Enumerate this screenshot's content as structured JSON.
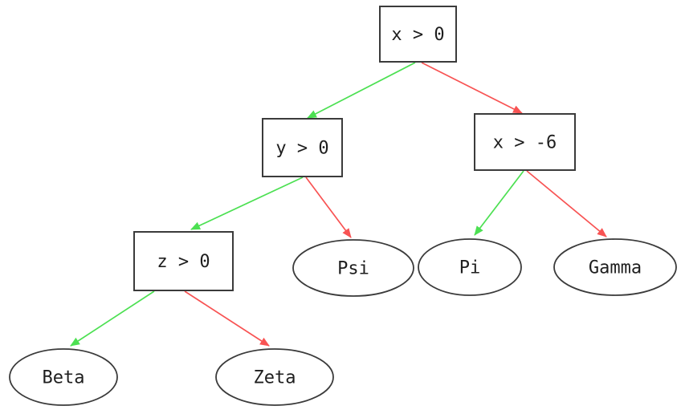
{
  "diagram": {
    "type": "decision-tree",
    "direction": "top-down",
    "colors": {
      "edge_true": "#4ce052",
      "edge_false": "#f85353",
      "node_border": "#3b3b3b",
      "node_fill": "#ffffff",
      "text": "#1e1e1e",
      "background": "#ffffff"
    },
    "nodes": {
      "root": {
        "label": "x > 0",
        "shape": "box"
      },
      "y_gt_0": {
        "label": "y > 0",
        "shape": "box"
      },
      "x_gt_neg6": {
        "label": "x > -6",
        "shape": "box"
      },
      "z_gt_0": {
        "label": "z > 0",
        "shape": "box"
      },
      "psi": {
        "label": "Psi",
        "shape": "ellipse"
      },
      "pi": {
        "label": "Pi",
        "shape": "ellipse"
      },
      "gamma": {
        "label": "Gamma",
        "shape": "ellipse"
      },
      "beta": {
        "label": "Beta",
        "shape": "ellipse"
      },
      "zeta": {
        "label": "Zeta",
        "shape": "ellipse"
      }
    },
    "edges": [
      {
        "from": "x > 0",
        "to": "y > 0",
        "branch": "true"
      },
      {
        "from": "x > 0",
        "to": "x > -6",
        "branch": "false"
      },
      {
        "from": "y > 0",
        "to": "z > 0",
        "branch": "true"
      },
      {
        "from": "y > 0",
        "to": "Psi",
        "branch": "false"
      },
      {
        "from": "x > -6",
        "to": "Pi",
        "branch": "true"
      },
      {
        "from": "x > -6",
        "to": "Gamma",
        "branch": "false"
      },
      {
        "from": "z > 0",
        "to": "Beta",
        "branch": "true"
      },
      {
        "from": "z > 0",
        "to": "Zeta",
        "branch": "false"
      }
    ]
  }
}
